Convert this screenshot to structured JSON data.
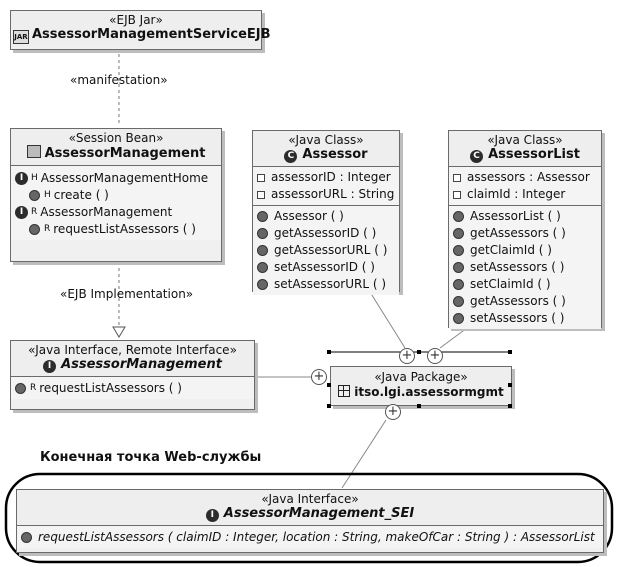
{
  "ejb_jar": {
    "stereotype": "«EJB Jar»",
    "name": "AssessorManagementServiceEJB",
    "icon": "jar-icon"
  },
  "manifestation_label": "«manifestation»",
  "session_bean": {
    "stereotype": "«Session Bean»",
    "name": "AssessorManagement",
    "items": [
      {
        "text": "AssessorManagementHome",
        "sup": "H",
        "kind": "interface"
      },
      {
        "text": "create ( )",
        "sup": "H",
        "kind": "operation"
      },
      {
        "text": "AssessorManagement",
        "sup": "R",
        "kind": "interface"
      },
      {
        "text": "requestListAssessors ( )",
        "sup": "R",
        "kind": "operation"
      }
    ]
  },
  "assessor_class": {
    "stereotype": "«Java Class»",
    "name": "Assessor",
    "attributes": [
      "assessorID : Integer",
      "assessorURL : String"
    ],
    "operations": [
      "Assessor ( )",
      "getAssessorID ( )",
      "getAssessorURL ( )",
      "setAssessorID ( )",
      "setAssessorURL ( )"
    ]
  },
  "assessor_list_class": {
    "stereotype": "«Java Class»",
    "name": "AssessorList",
    "attributes": [
      "assessors : Assessor",
      "claimId : Integer"
    ],
    "operations": [
      "AssessorList ( )",
      "getAssessors ( )",
      "getClaimId ( )",
      "setAssessors ( )",
      "setClaimId ( )",
      "getAssessors ( )",
      "setAssessors ( )"
    ]
  },
  "ejb_impl_label": "«EJB Implementation»",
  "remote_interface": {
    "stereotype": "«Java Interface, Remote Interface»",
    "name": "AssessorManagement",
    "operations": [
      {
        "text": "requestListAssessors ( )",
        "sup": "R"
      }
    ]
  },
  "java_package": {
    "stereotype": "«Java Package»",
    "name": "itso.lgi.assessormgmt"
  },
  "endpoint_caption": "Конечная точка Web-службы",
  "sei_interface": {
    "stereotype": "«Java Interface»",
    "name": "AssessorManagement_SEI",
    "operations": [
      "requestListAssessors ( claimID : Integer, location : String, makeOfCar : String ) : AssessorList"
    ]
  }
}
